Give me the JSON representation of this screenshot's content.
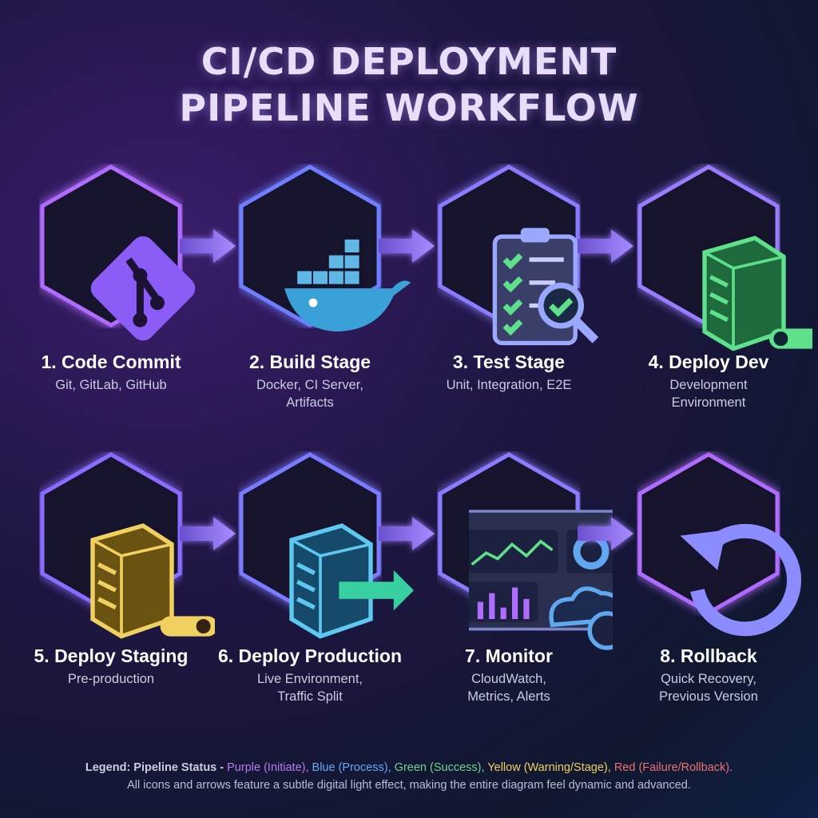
{
  "title": {
    "line1": "CI/CD DEPLOYMENT",
    "line2": "PIPELINE WORKFLOW"
  },
  "stages": [
    {
      "label": "1. Code Commit",
      "sub1": "Git, GitLab, GitHub",
      "sub2": "",
      "color": "#b06cff",
      "icon": "git-icon"
    },
    {
      "label": "2. Build Stage",
      "sub1": "Docker, CI Server,",
      "sub2": "Artifacts",
      "color": "#6f7dff",
      "icon": "docker-whale-icon"
    },
    {
      "label": "3. Test Stage",
      "sub1": "Unit, Integration, E2E",
      "sub2": "",
      "color": "#8a7cff",
      "icon": "clipboard-check-icon"
    },
    {
      "label": "4. Deploy Dev",
      "sub1": "Development",
      "sub2": "Environment",
      "color": "#9a7cff",
      "icon": "green-server-icon"
    },
    {
      "label": "5. Deploy Staging",
      "sub1": "Pre-production",
      "sub2": "",
      "color": "#8a6cff",
      "icon": "yellow-server-icon"
    },
    {
      "label": "6. Deploy Production",
      "sub1": "Live Environment,",
      "sub2": "Traffic Split",
      "color": "#7a7cff",
      "icon": "blue-server-icon"
    },
    {
      "label": "7. Monitor",
      "sub1": "CloudWatch,",
      "sub2": "Metrics, Alerts",
      "color": "#8a7cff",
      "icon": "dashboard-icon"
    },
    {
      "label": "8. Rollback",
      "sub1": "Quick Recovery,",
      "sub2": "Previous Version",
      "color": "#b06cff",
      "icon": "rollback-icon"
    }
  ],
  "legend": {
    "prefix": "Legend: Pipeline Status -",
    "purple": "Purple (Initiate),",
    "blue": "Blue (Process),",
    "green": "Green (Success),",
    "yellow": "Yellow (Warning/Stage),",
    "red": "Red (Failure/Rollback).",
    "note": "All icons and arrows feature a subtle digital light effect, making the entire diagram feel dynamic and advanced."
  },
  "colors": {
    "purple": "#b77cf0",
    "blue": "#6aa8f0",
    "green": "#6fd68a",
    "yellow": "#f0d060",
    "red": "#f07070"
  }
}
